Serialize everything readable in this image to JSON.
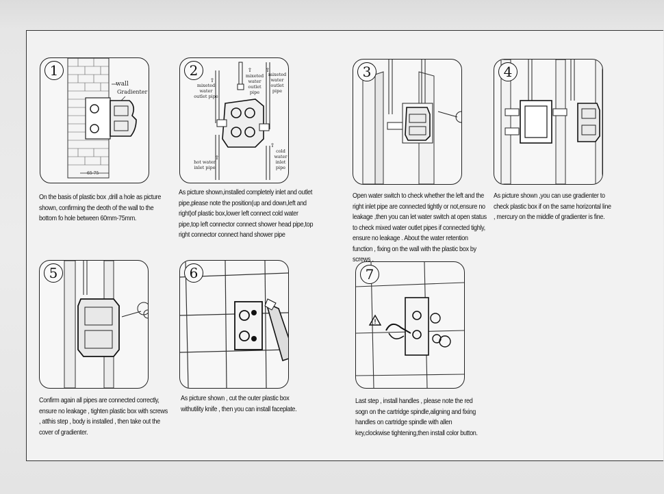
{
  "steps": [
    {
      "number": "1",
      "caption": "On the basis of plastic box ,drill a hole as picture shown, confirming the deoth of the wall to the bottom fo hole between 60mm-75mm.",
      "labels": {
        "wall": "wall",
        "gradienter": "Gradienter",
        "dimension": "65-75"
      }
    },
    {
      "number": "2",
      "caption": "As picture shown,installed completely inlet and outlet pipe,please note the position(up and down,left and right)of plastic box,lower left connect cold water pipe,top left connector connect shower head pipe,top right connector connect hand shower pipe",
      "labels": {
        "mixed_outlet_left": "mixeted water outlet pipe",
        "mixed_outlet_mid": "mixeted water outlet pipe",
        "mixed_outlet_right": "mixeted water outlet pipe",
        "hot_inlet": "hot water inlet pipe",
        "cold_inlet": "cold water inlet pipe"
      }
    },
    {
      "number": "3",
      "caption": "Open water switch to check whether the left and the right inlet pipe are connected tightly or not,ensure no leakage ,then you can let water switch at open status to check mixed water outlet pipes if connected tighly, ensure no leakage . About the water retention function , fixing on the wall with the plastic box by screws ."
    },
    {
      "number": "4",
      "caption": "As picture shown ,you can use gradienter to check plastic box if on the same horizontal line , mercury on the middle of gradienter is fine."
    },
    {
      "number": "5",
      "caption": "Confirm again all pipes are connected correctly, ensure no leakage , tighten plastic box with screws , atthis step , body is installed , then take out the cover of gradienter."
    },
    {
      "number": "6",
      "caption": "As picture shown , cut the outer plastic box withutility knife , then you can install faceplate."
    },
    {
      "number": "7",
      "caption": "Last step , install handles , please note the red sogn on the cartridge spindle,aligning and fixing handles on cartridge spindle with allen key,clockwise tightening,then install color button."
    }
  ]
}
